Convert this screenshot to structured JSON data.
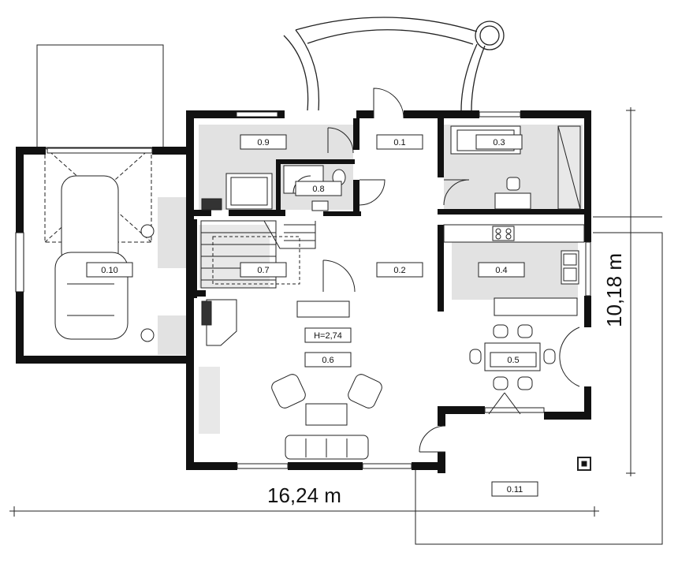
{
  "rooms": [
    {
      "id": "0.1",
      "label": "0.1"
    },
    {
      "id": "0.2",
      "label": "0.2"
    },
    {
      "id": "0.3",
      "label": "0.3"
    },
    {
      "id": "0.4",
      "label": "0.4"
    },
    {
      "id": "0.5",
      "label": "0.5"
    },
    {
      "id": "0.6",
      "label": "0.6"
    },
    {
      "id": "0.7",
      "label": "0.7"
    },
    {
      "id": "0.8",
      "label": "0.8"
    },
    {
      "id": "0.9",
      "label": "0.9"
    },
    {
      "id": "0.10",
      "label": "0.10"
    },
    {
      "id": "0.11",
      "label": "0.11"
    }
  ],
  "ceiling_height": "H=2,74",
  "dimensions": {
    "width": "16,24 m",
    "depth": "10,18 m"
  },
  "colors": {
    "wall": "#111111",
    "shade": "#e0e0e0",
    "line": "#222222"
  }
}
